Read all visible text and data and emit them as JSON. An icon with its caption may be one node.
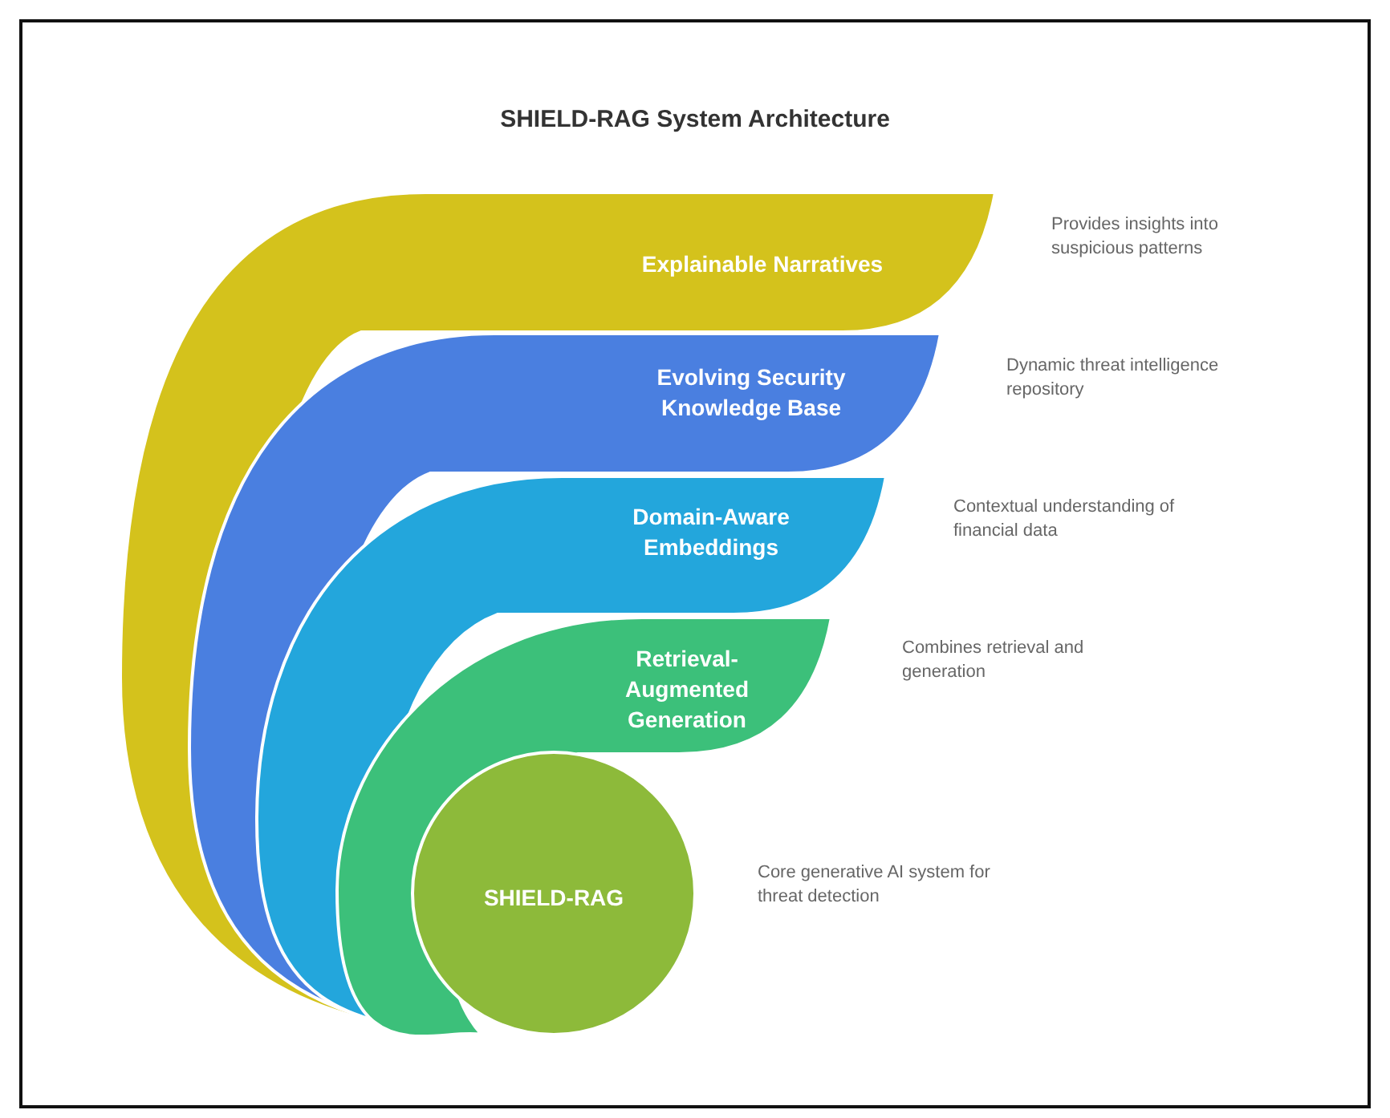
{
  "diagram": {
    "title": "SHIELD-RAG System Architecture",
    "nodes": [
      {
        "text": [
          "Explainable Narratives"
        ]
      },
      {
        "text": [
          "Evolving Security Knowledge Base"
        ]
      },
      {
        "text": [
          "Domain-Aware Embeddings"
        ]
      },
      {
        "text": [
          "Retrieval-Augmented Generation"
        ]
      },
      {
        "text": [
          "SHIELD-RAG"
        ]
      }
    ],
    "labels": [
      "Provides insights into suspicious patterns",
      "Dynamic threat intelligence repository",
      "Contextual understanding of financial data",
      "Combines retrieval and generation",
      "Core generative AI system for threat detection"
    ]
  }
}
